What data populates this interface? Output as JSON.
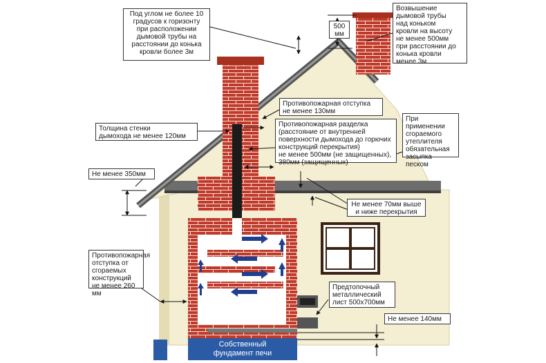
{
  "labels": {
    "angle": "Под углом не более 10\nградусов к горизонту\nпри расположении\nдымовой трубы на\nрасстоянии до конька\nкровли более 3м",
    "chimney_height": "Возвышение\nдымовой трубы\nнад коньком\nкровли на высоту\nне менее 500мм\nпри расстоянии до\nконька кровли\nменее 3м",
    "dim_500": "500\nмм",
    "fire_gap_130": "Противопожарная отступка\nне менее 130мм",
    "wall_thickness": "Толщина стенки\nдымохода не менее 120мм",
    "fire_cut": "Противопожарная разделка\n(расстояние от внутренней\nповерхности дымохода до горючих\nконструкций перекрытия)\nне менее 500мм (не защищенных),\n380мм (защищенных)",
    "insulation": "При применении\nсгораемого\nутеплителя\nобязательная\nзасыпка песком",
    "min_350": "Не менее 350мм",
    "min_70": "Не менее 70мм выше\nи ниже перекрытия",
    "fire_gap_260": "Противопожарная\nотступка от\nсгораемых\nконструкций\nне менее 260 мм",
    "pre_furnace": "Предтопочный\nметаллический\nлист 500х700мм",
    "min_140": "Не менее 140мм",
    "foundation": "Собственный\nфундамент печи"
  },
  "colors": {
    "brick": "#c0392b",
    "wall": "#f4eed2",
    "roof": "#6d6d6d",
    "foundation": "#2c5ba6",
    "arrow": "#1f3f8f"
  }
}
